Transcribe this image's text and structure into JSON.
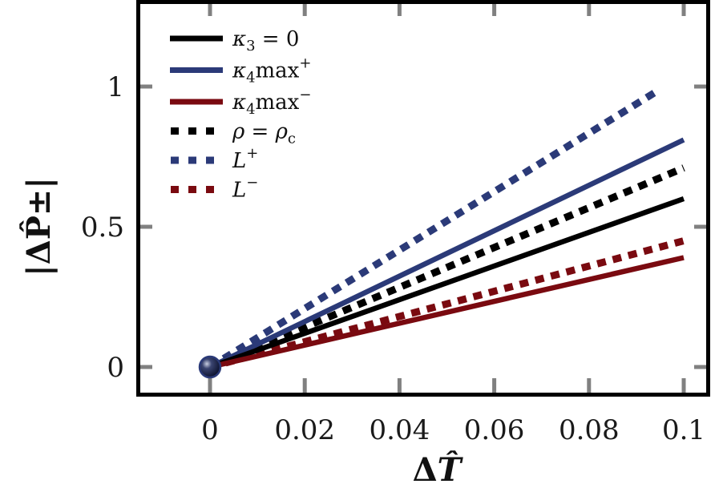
{
  "chart_data": {
    "type": "line",
    "title": "",
    "xlabel": "ΔT̂",
    "ylabel": "|ΔP̂±|",
    "xlim": [
      -0.0155,
      0.104
    ],
    "ylim": [
      -0.1,
      1.3
    ],
    "xticks": [
      0,
      0.02,
      0.04,
      0.06,
      0.08,
      0.1
    ],
    "xtick_labels": [
      "0",
      "0.02",
      "0.04",
      "0.06",
      "0.08",
      "0.1"
    ],
    "yticks": [
      0,
      0.5,
      1
    ],
    "ytick_labels": [
      "0",
      "0.5",
      "1"
    ],
    "grid": false,
    "legend_position": "upper left",
    "series": [
      {
        "name": "κ3 = 0",
        "label_main": "κ",
        "label_sub": "3",
        "label_rest": " = 0",
        "label_sup": "",
        "color": "#000000",
        "style": "solid",
        "x": [
          0,
          0.1
        ],
        "y": [
          0,
          0.6
        ]
      },
      {
        "name": "κ4max+",
        "label_main": "κ",
        "label_sub": "4",
        "label_rest": "max",
        "label_sup": "+",
        "color": "#2b3a78",
        "style": "solid",
        "x": [
          0,
          0.1
        ],
        "y": [
          0,
          0.81
        ]
      },
      {
        "name": "κ4max−",
        "label_main": "κ",
        "label_sub": "4",
        "label_rest": "max",
        "label_sup": "−",
        "color": "#7a0a10",
        "style": "solid",
        "x": [
          0,
          0.1
        ],
        "y": [
          0,
          0.39
        ]
      },
      {
        "name": "ρ = ρc",
        "label_main": "ρ",
        "label_sub": "",
        "label_rest": " = ρ",
        "label_sup": "c",
        "color": "#000000",
        "style": "dotted",
        "x": [
          0,
          0.1
        ],
        "y": [
          0,
          0.71
        ]
      },
      {
        "name": "L+",
        "label_main": "L",
        "label_sub": "",
        "label_rest": "",
        "label_sup": "+",
        "color": "#2b3a78",
        "style": "dotted",
        "x": [
          0,
          0.095
        ],
        "y": [
          0,
          0.99
        ]
      },
      {
        "name": "L−",
        "label_main": "L",
        "label_sub": "",
        "label_rest": "",
        "label_sup": "−",
        "color": "#7a0a10",
        "style": "dotted",
        "x": [
          0,
          0.1
        ],
        "y": [
          0,
          0.45
        ]
      }
    ],
    "annotations": [
      {
        "type": "marker",
        "shape": "sphere",
        "x": 0,
        "y": 0,
        "color": "#2b3a78"
      }
    ]
  },
  "axes": {
    "x_title_delta": "Δ",
    "x_title_var": "T̂",
    "y_title": "|ΔP̂±|"
  }
}
